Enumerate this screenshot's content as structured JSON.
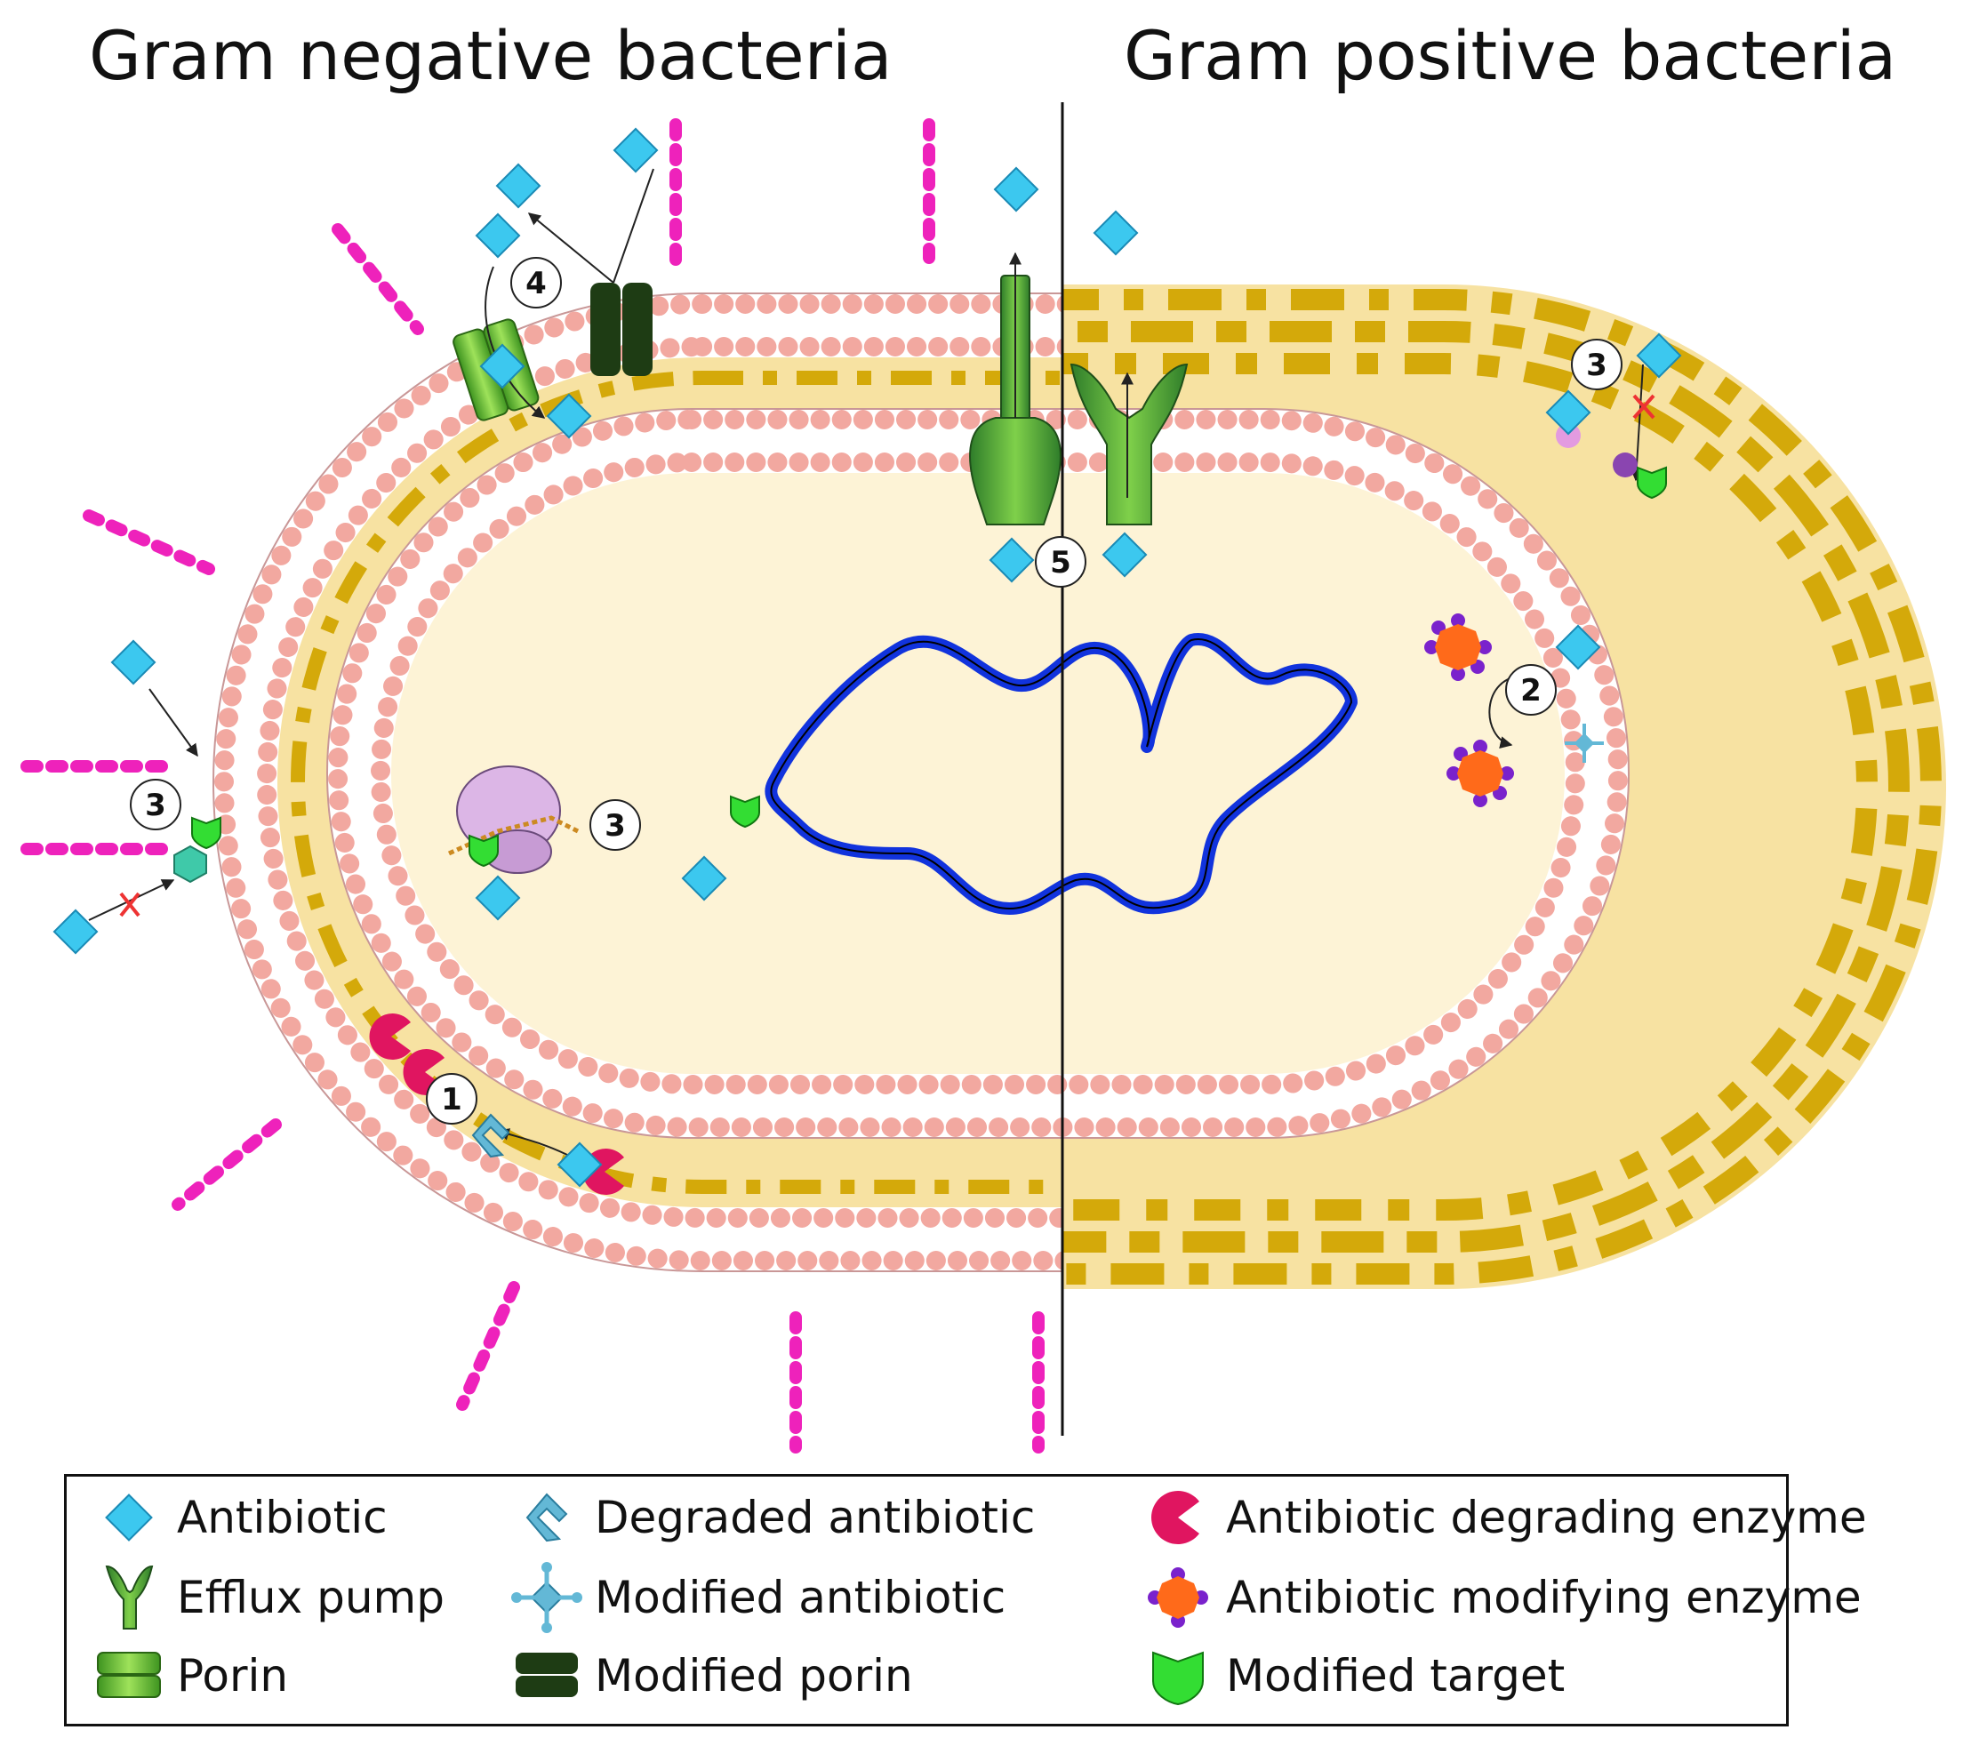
{
  "titles": {
    "left": "Gram negative bacteria",
    "right": "Gram positive bacteria"
  },
  "steps": {
    "s1": "1",
    "s2": "2",
    "s3_outer": "3",
    "s3_ribosome": "3",
    "s3_gram_positive": "3",
    "s4": "4",
    "s5": "5"
  },
  "legend": {
    "antibiotic": "Antibiotic",
    "efflux_pump": "Efflux pump",
    "porin": "Porin",
    "degraded_antibiotic": "Degraded antibiotic",
    "modified_antibiotic": "Modified antibiotic",
    "modified_porin": "Modified porin",
    "degrading_enzyme": "Antibiotic degrading enzyme",
    "modifying_enzyme": "Antibiotic modifying enzyme",
    "modified_target": "Modified target"
  },
  "colors": {
    "membrane_head": "#f2a8a0",
    "membrane_head_stroke": "#b06a66",
    "cytoplasm": "#fdf3d6",
    "periplasm": "#f7e2a2",
    "peptidoglycan": "#d4a90a",
    "antibiotic": "#3cc8ef",
    "lps": "#ee22bb",
    "dna": "#1133dd",
    "efflux_pump": "#46a83a",
    "porin": "#5fb82c",
    "modified_porin": "#1e3c14",
    "degrading_enzyme": "#e01560",
    "modifying_enzyme": "#ff6a1a",
    "modifying_enzyme_dots": "#7a22cc",
    "modified_target": "#33dd33",
    "ribosome": "#dcb6e6"
  }
}
